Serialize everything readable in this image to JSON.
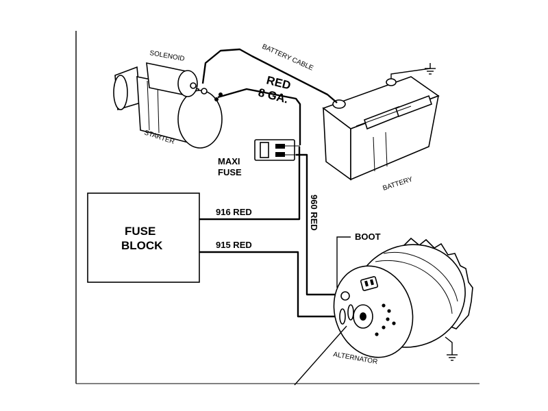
{
  "diagram": {
    "labels": {
      "solenoid": "SOLENOID",
      "starter": "STARTER",
      "battery_cable": "BATTERY CABLE",
      "battery": "BATTERY",
      "red": "RED",
      "gauge": "8 GA.",
      "maxi_fuse_line1": "MAXI",
      "maxi_fuse_line2": "FUSE",
      "fuse_block_line1": "FUSE",
      "fuse_block_line2": "BLOCK",
      "wire_916": "916 RED",
      "wire_915": "915 RED",
      "wire_960": "960 RED",
      "boot": "BOOT",
      "alternator": "ALTERNATOR"
    }
  }
}
